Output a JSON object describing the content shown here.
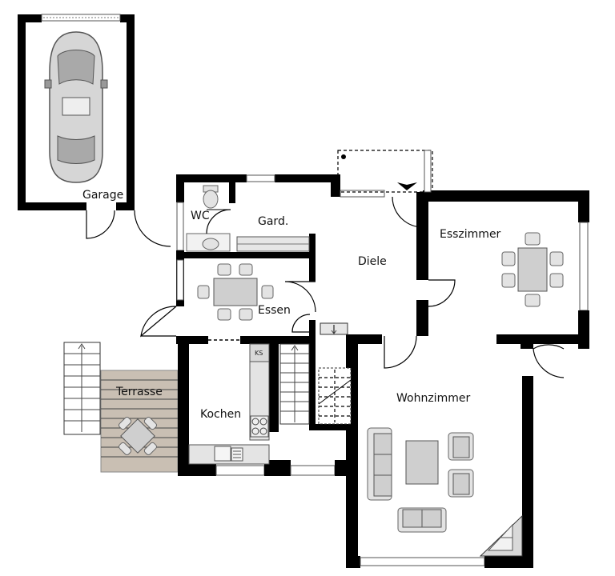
{
  "rooms": {
    "garage": "Garage",
    "wc": "WC",
    "gard": "Gard.",
    "diele": "Diele",
    "esszimmer": "Esszimmer",
    "essen": "Essen",
    "terrasse": "Terrasse",
    "kochen": "Kochen",
    "wohnzimmer": "Wohnzimmer"
  },
  "appliance_labels": {
    "ks": "KS"
  },
  "colors": {
    "walls": "#000000",
    "terrace_floor": "#c9bfb3",
    "furniture": "#cfcfcf",
    "background": "#ffffff"
  }
}
